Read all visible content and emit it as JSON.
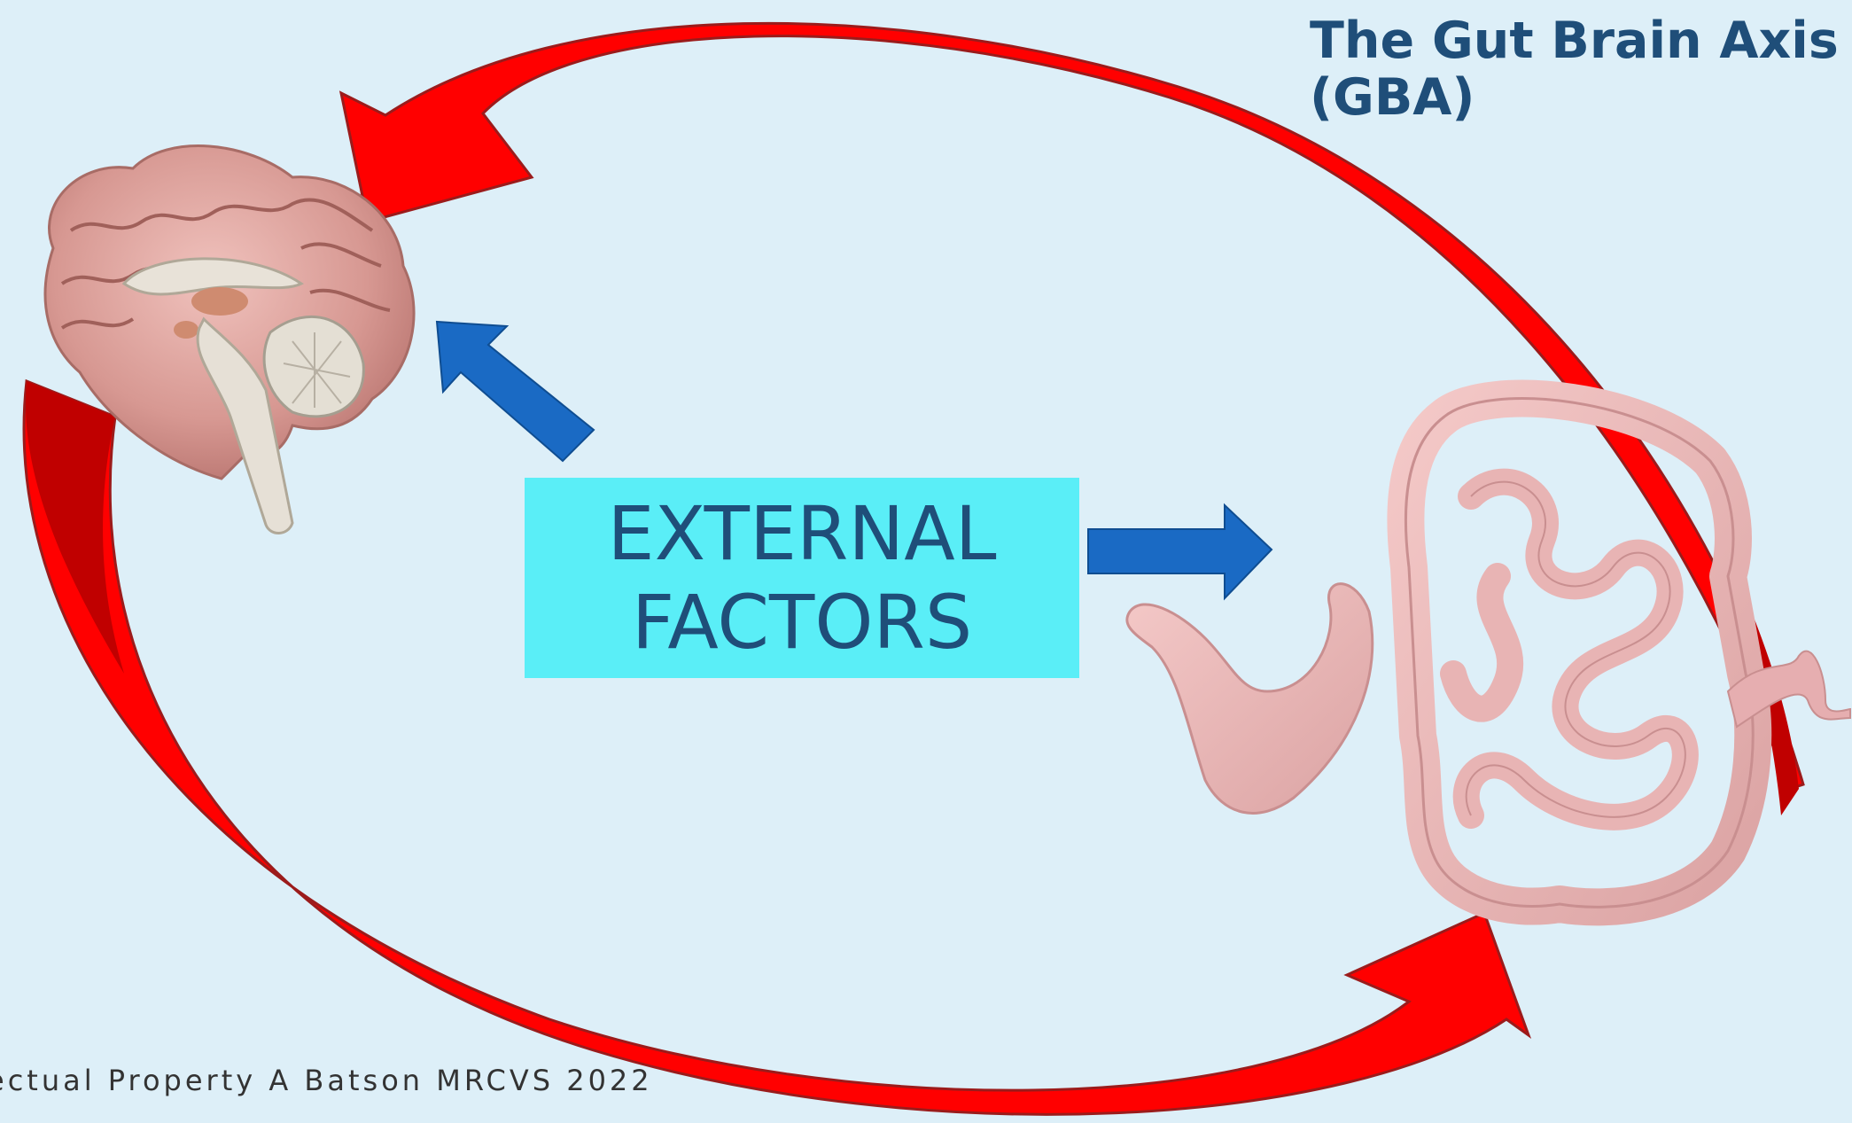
{
  "title": {
    "line1": "The Gut Brain Axis",
    "line2": "(GBA)"
  },
  "center_box": {
    "line1": "EXTERNAL",
    "line2": "FACTORS"
  },
  "footer": {
    "text": "ectual Property A Batson MRCVS 2022"
  },
  "colors": {
    "background": "#ddeff8",
    "cycle_arrow": "#ff0000",
    "cycle_arrow_shadow": "#c00000",
    "factor_arrow": "#1a6ac4",
    "box": "#5aeef7",
    "text": "#1f4e79"
  },
  "icons": {
    "brain": "brain-illustration",
    "gut": "intestines-illustration"
  }
}
